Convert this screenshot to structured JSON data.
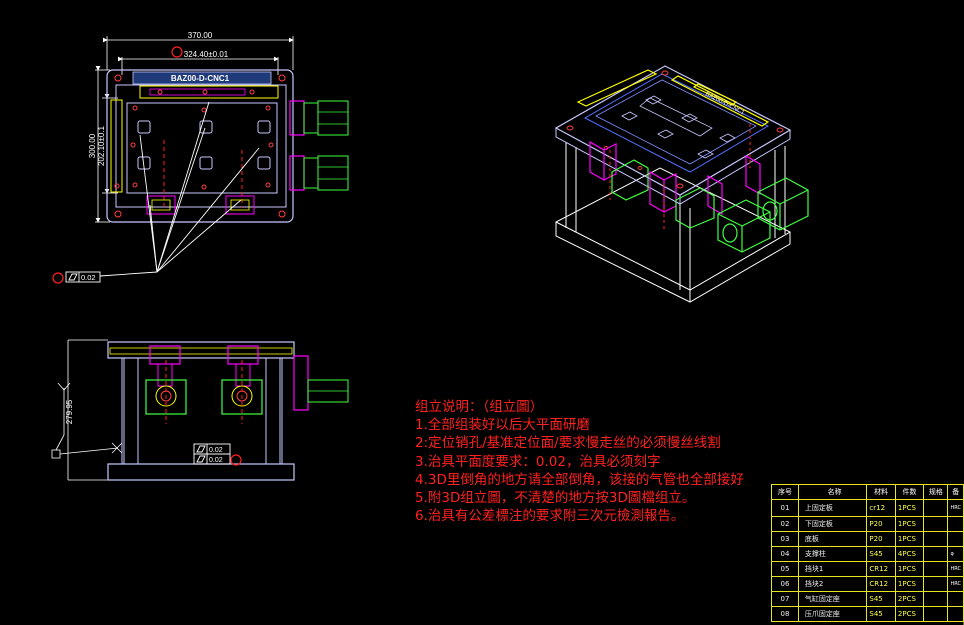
{
  "top_view": {
    "dim_overall_width": "370.00",
    "dim_pin_spacing": "324.40±0.01",
    "dim_overall_height": "300.00",
    "dim_inner_height": "202.10±0.1",
    "plate_label": "BAZ00-D-CNC1",
    "flatness_value": "0.02"
  },
  "side_view": {
    "dim_height": "279.95",
    "tolerance_1": "0.02",
    "tolerance_2": "0.02"
  },
  "iso_view": {
    "plate_label": "BAZ00-D-CNC1"
  },
  "notes": {
    "title": "组立说明：（组立圖）",
    "items": [
      "1.全部组装好以后大平面研磨",
      "2:定位销孔/基准定位面/要求慢走丝的必须慢丝线割",
      "3.治具平面度要求：0.02，治具必须刻字",
      "4.3D里倒角的地方请全部倒角，该接的气管也全部接好",
      "5.附3D组立圖，不清楚的地方按3D圖檔组立。",
      "6.治具有公差標注的要求附三次元檢測報告。"
    ]
  },
  "bom": {
    "headers": [
      "序号",
      "名称",
      "材料",
      "件数",
      "规格",
      "备"
    ],
    "rows": [
      [
        "01",
        "上固定板",
        "cr12",
        "1PCS",
        "",
        "HRC"
      ],
      [
        "02",
        "下固定板",
        "P20",
        "1PCS",
        "",
        ""
      ],
      [
        "03",
        "底板",
        "P20",
        "1PCS",
        "",
        ""
      ],
      [
        "04",
        "支撑柱",
        "S45",
        "4PCS",
        "",
        "φ"
      ],
      [
        "05",
        "挡块1",
        "CR12",
        "1PCS",
        "",
        "HRC"
      ],
      [
        "06",
        "挡块2",
        "CR12",
        "1PCS",
        "",
        "HRC"
      ],
      [
        "07",
        "气缸固定座",
        "S45",
        "2PCS",
        "",
        ""
      ],
      [
        "08",
        "压爪固定座",
        "S45",
        "2PCS",
        "",
        ""
      ]
    ]
  },
  "colors": {
    "background": "#000000",
    "outline": "#c8c8ff",
    "dimension": "#ffffff",
    "accent_red": "#ff2020",
    "accent_magenta": "#ff00ff",
    "accent_green": "#40ff40",
    "accent_yellow": "#ffff00",
    "accent_blue": "#5070ff"
  }
}
